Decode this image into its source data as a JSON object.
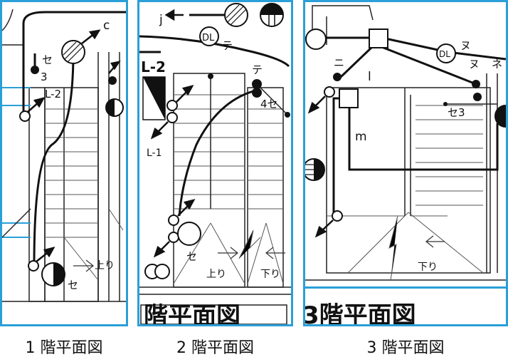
{
  "panels": [
    {
      "caption": "1 階平面図",
      "labels": {
        "c": "c",
        "se3": "セ",
        "num3": "3",
        "l2": "L-2",
        "up": "上り",
        "se": "セ"
      }
    },
    {
      "caption": "2 階平面図",
      "labels": {
        "j": "j",
        "dl": "DL",
        "te1": "テ",
        "te2": "テ",
        "se4": "4セ",
        "l2": "L-2",
        "l1": "L-1",
        "se": "セ",
        "up": "上り",
        "down": "下り",
        "title": "階平面図"
      }
    },
    {
      "caption": "3 階平面図",
      "labels": {
        "ni": "ニ",
        "one": "l",
        "m": "m",
        "dl": "DL",
        "nu1": "ヌ",
        "nu2": "ヌ",
        "ne": "ネ",
        "se3": "セ3",
        "down": "下り",
        "title": "階平面図",
        "title_num": "3"
      }
    }
  ]
}
